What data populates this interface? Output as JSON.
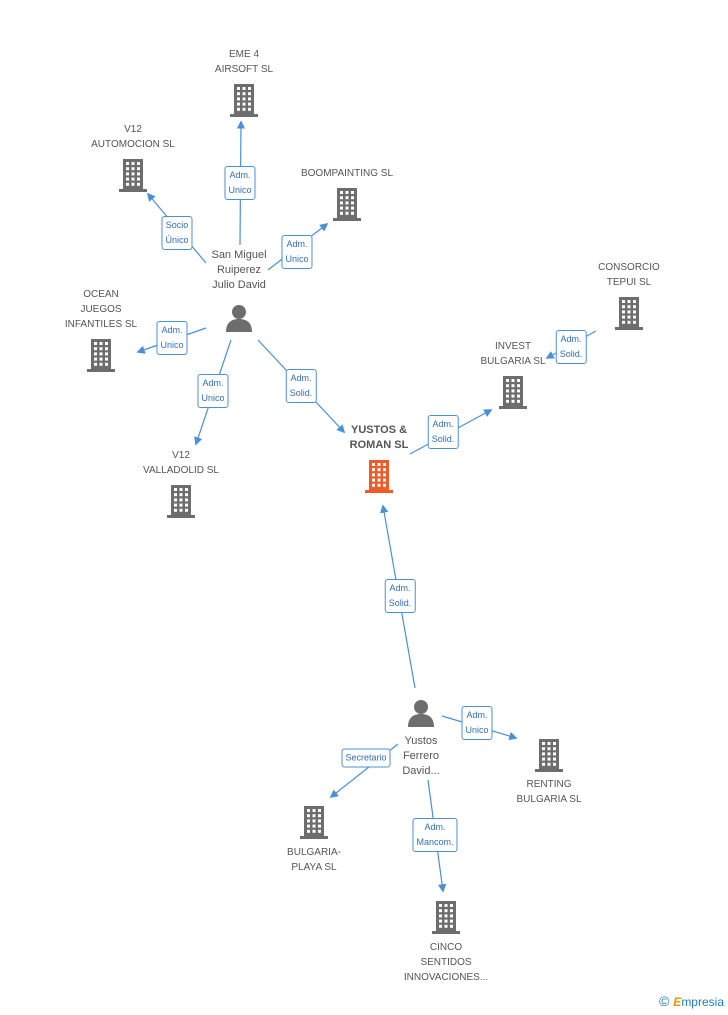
{
  "companies": [
    {
      "id": "eme4",
      "lines": [
        "EME 4",
        "AIRSOFT SL"
      ],
      "main": false
    },
    {
      "id": "v12auto",
      "lines": [
        "V12",
        "AUTOMOCION SL"
      ],
      "main": false
    },
    {
      "id": "boompainting",
      "lines": [
        "BOOMPAINTING SL"
      ],
      "main": false
    },
    {
      "id": "consorcio",
      "lines": [
        "CONSORCIO",
        "TEPUI SL"
      ],
      "main": false
    },
    {
      "id": "ocean",
      "lines": [
        "OCEAN",
        "JUEGOS",
        "INFANTILES SL"
      ],
      "main": false
    },
    {
      "id": "invest",
      "lines": [
        "INVEST",
        "BULGARIA  SL"
      ],
      "main": false
    },
    {
      "id": "yustosroman",
      "lines": [
        "YUSTOS &",
        "ROMAN SL"
      ],
      "main": true
    },
    {
      "id": "v12vall",
      "lines": [
        "V12",
        "VALLADOLID  SL"
      ],
      "main": false
    },
    {
      "id": "renting",
      "lines": [
        "RENTING",
        "BULGARIA SL"
      ],
      "main": false
    },
    {
      "id": "bulgariaplaya",
      "lines": [
        "BULGARIA-",
        "PLAYA SL"
      ],
      "main": false
    },
    {
      "id": "cinco",
      "lines": [
        "CINCO",
        "SENTIDOS",
        "INNOVACIONES..."
      ],
      "main": false
    }
  ],
  "persons": [
    {
      "id": "sanmiguel",
      "lines": [
        "San Miguel",
        "Ruiperez",
        "Julio David"
      ]
    },
    {
      "id": "yustosferrero",
      "lines": [
        "Yustos",
        "Ferrero",
        "David..."
      ]
    }
  ],
  "relations": [
    {
      "id": "r1",
      "label": [
        "Adm.",
        "Unico"
      ]
    },
    {
      "id": "r2",
      "label": [
        "Socio",
        "Único"
      ]
    },
    {
      "id": "r3",
      "label": [
        "Adm.",
        "Unico"
      ]
    },
    {
      "id": "r4",
      "label": [
        "Adm.",
        "Unico"
      ]
    },
    {
      "id": "r5",
      "label": [
        "Adm.",
        "Unico"
      ]
    },
    {
      "id": "r6",
      "label": [
        "Adm.",
        "Solid."
      ]
    },
    {
      "id": "r7",
      "label": [
        "Adm.",
        "Solid."
      ]
    },
    {
      "id": "r8",
      "label": [
        "Adm.",
        "Solid."
      ]
    },
    {
      "id": "r9",
      "label": [
        "Adm.",
        "Solid."
      ]
    },
    {
      "id": "r10",
      "label": [
        "Adm.",
        "Unico"
      ]
    },
    {
      "id": "r11",
      "label": [
        "Secretario"
      ]
    },
    {
      "id": "r12",
      "label": [
        "Adm.",
        "Mancom."
      ]
    }
  ],
  "colors": {
    "edge": "#4a90d9",
    "building": "#6d6d6d",
    "main_building": "#f05a28",
    "person": "#6d6d6d"
  },
  "footer": {
    "copyright": "©",
    "brand_first": "E",
    "brand_rest": "mpresia"
  }
}
